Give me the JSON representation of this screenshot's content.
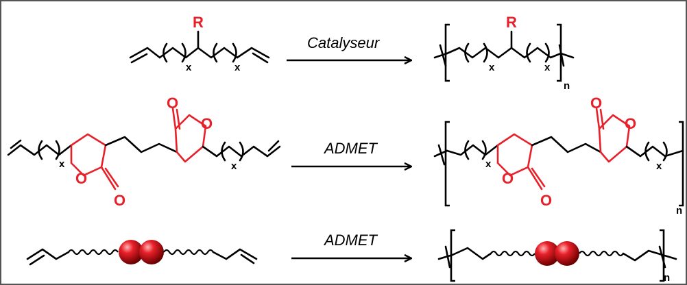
{
  "reactions": [
    {
      "label": "Catalyseur",
      "substituent": "R",
      "repeat_index": "x",
      "polymer_index": "n"
    },
    {
      "label": "ADMET",
      "oxygen": "O",
      "repeat_index": "x",
      "polymer_index": "n"
    },
    {
      "label": "ADMET",
      "polymer_index": "n"
    }
  ],
  "colors": {
    "highlight": "#e8202a",
    "bond": "#000000",
    "sphere": "#c4161c"
  }
}
